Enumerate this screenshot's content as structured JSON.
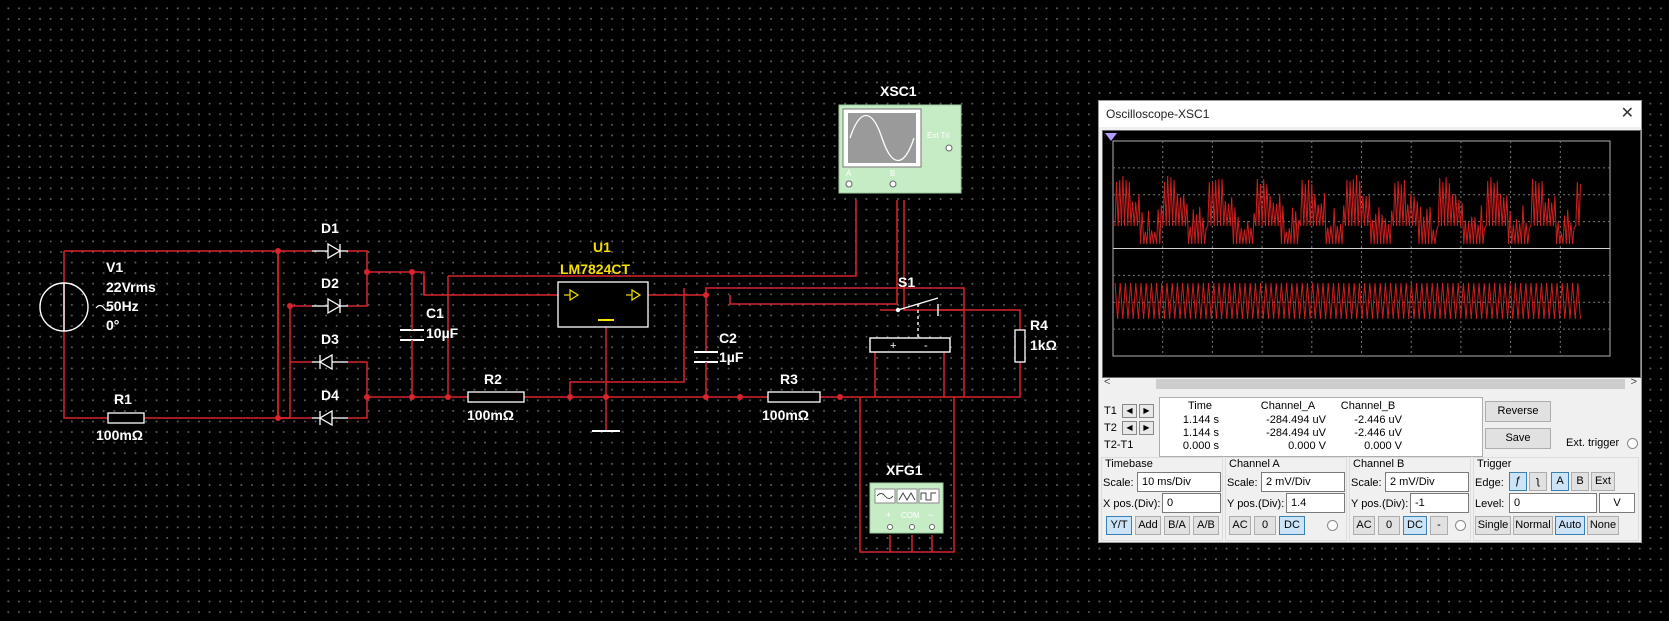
{
  "schematic": {
    "v1": {
      "name": "V1",
      "voltage": "22Vrms",
      "freq": "50Hz",
      "phase": "0°"
    },
    "r1": {
      "name": "R1",
      "value": "100mΩ"
    },
    "d1": "D1",
    "d2": "D2",
    "d3": "D3",
    "d4": "D4",
    "c1": {
      "name": "C1",
      "value": "10µF"
    },
    "u1": {
      "name": "U1",
      "part": "LM7824CT"
    },
    "r2": {
      "name": "R2",
      "value": "100mΩ"
    },
    "c2": {
      "name": "C2",
      "value": "1µF"
    },
    "r3": {
      "name": "R3",
      "value": "100mΩ"
    },
    "s1": "S1",
    "r4": {
      "name": "R4",
      "value": "1kΩ"
    },
    "xsc1": {
      "name": "XSC1",
      "ext_label": "Ext Tri",
      "ch_a": "A",
      "ch_b": "B"
    },
    "xfg1": {
      "name": "XFG1",
      "plus": "+",
      "com": "COM",
      "minus": "−"
    }
  },
  "oscilloscope": {
    "title": "Oscilloscope-XSC1",
    "close": "✕",
    "cursors": {
      "t1": "T1",
      "t2": "T2",
      "t2t1": "T2-T1"
    },
    "readout": {
      "headers": [
        "Time",
        "Channel_A",
        "Channel_B"
      ],
      "rows": [
        [
          "1.144 s",
          "-284.494 uV",
          "-2.446 uV"
        ],
        [
          "1.144 s",
          "-284.494 uV",
          "-2.446 uV"
        ],
        [
          "0.000 s",
          "0.000 V",
          "0.000 V"
        ]
      ]
    },
    "reverse_label": "Reverse",
    "save_label": "Save",
    "ext_trigger_label": "Ext. trigger",
    "timebase": {
      "title": "Timebase",
      "scale_label": "Scale:",
      "scale": "10 ms/Div",
      "xpos_label": "X pos.(Div):",
      "xpos": "0",
      "modes": [
        "Y/T",
        "Add",
        "B/A",
        "A/B"
      ],
      "selected": "Y/T"
    },
    "channel_a": {
      "title": "Channel A",
      "scale_label": "Scale:",
      "scale": "2 mV/Div",
      "ypos_label": "Y pos.(Div):",
      "ypos": "1.4",
      "coupling": [
        "AC",
        "0",
        "DC"
      ],
      "selected": "DC"
    },
    "channel_b": {
      "title": "Channel B",
      "scale_label": "Scale:",
      "scale": "2 mV/Div",
      "ypos_label": "Y pos.(Div):",
      "ypos": "-1",
      "coupling": [
        "AC",
        "0",
        "DC",
        "-"
      ],
      "selected": "DC"
    },
    "trigger": {
      "title": "Trigger",
      "edge_label": "Edge:",
      "edges": [
        "A",
        "B",
        "Ext"
      ],
      "selected_edge": "A",
      "level_label": "Level:",
      "level": "0",
      "level_unit": "V",
      "modes": [
        "Single",
        "Normal",
        "Auto",
        "None"
      ],
      "selected_mode": "Auto"
    },
    "colors": {
      "trace": "#cc1f1f",
      "screen": "#000000",
      "grid": "#7a7a7a"
    }
  }
}
